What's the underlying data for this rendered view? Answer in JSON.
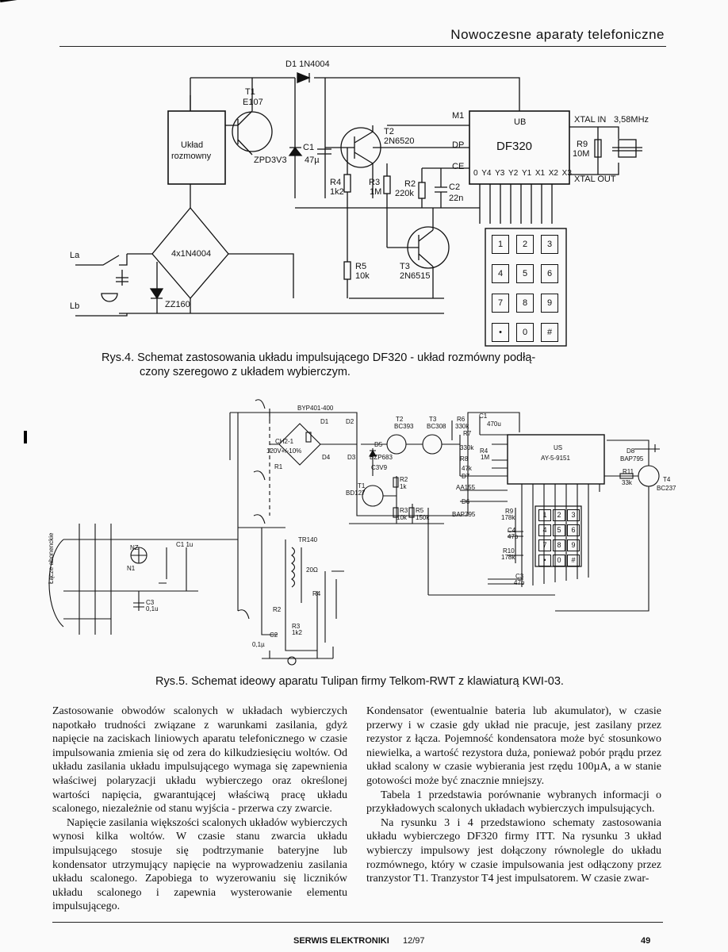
{
  "header": {
    "title": "Nowoczesne aparaty telefoniczne"
  },
  "figure1": {
    "caption_line1": "Rys.4. Schemat zastosowania układu impulsującego DF320 - układ rozmówny podłą-",
    "caption_line2": "czony szeregowo z układem wybierczym.",
    "labels": {
      "d1": "D1 1N4004",
      "t1": "T1",
      "t1v": "E107",
      "uklad1": "Układ",
      "uklad2": "rozmowny",
      "zpd": "ZPD3V3",
      "c1": "C1",
      "c1v": "47µ",
      "t2": "T2",
      "t2v": "2N6520",
      "r4": "R4",
      "r4v": "1k2",
      "r3": "R3",
      "r3v": "1M",
      "r2": "R2",
      "r2v": "220k",
      "c2": "C2",
      "c2v": "22n",
      "m1": "M1",
      "dp": "DP",
      "ce": "CE",
      "ub": "UB",
      "chip": "DF320",
      "xtalin": "XTAL IN",
      "freq": "3,58MHz",
      "r9": "R9",
      "r9v": "10M",
      "xtalout": "XTAL OUT",
      "bridge": "4x1N4004",
      "r5": "R5",
      "r5v": "10k",
      "t3": "T3",
      "t3v": "2N6515",
      "zz": "ZZ160",
      "la": "La",
      "lb": "Lb",
      "pins": [
        "0",
        "Y4",
        "Y3",
        "Y2",
        "Y1",
        "X1",
        "X2",
        "X3"
      ]
    },
    "keys": [
      "1",
      "2",
      "3",
      "4",
      "5",
      "6",
      "7",
      "8",
      "9",
      "•",
      "0",
      "#"
    ]
  },
  "figure2": {
    "caption": "Rys.5. Schemat ideowy aparatu Tulipan firmy Telkom-RWT z klawiaturą KWI-03.",
    "labels": {
      "byp": "BYP401-400",
      "d1": "D1",
      "d2": "D2",
      "d3": "D3",
      "d4": "D4",
      "ch": "CH2-1",
      "chv": "120V+/-10%",
      "r1": "R1",
      "t2": "T2",
      "t2v": "BC393",
      "t3": "T3",
      "t3v": "BC308",
      "r6": "R6",
      "r6v": "330k",
      "c1": "C1",
      "c1v": "470u",
      "r7": "R7",
      "r7v": "330k",
      "r4": "R4",
      "r4v": "1M",
      "d5": "D5",
      "bzp": "BZP683",
      "c3v9": "C3V9",
      "r8": "R8",
      "r8v": "47k",
      "d7": "D7",
      "aa": "AA155",
      "d6": "D6",
      "bap": "BAP795",
      "t1": "T1",
      "t1v": "BD127",
      "r2": "R2",
      "r2v": "1k",
      "r3": "R3",
      "r3v": "10k",
      "r5": "R5",
      "r5v": "150k",
      "us": "US",
      "chip": "AY-5-9151",
      "r9": "R9",
      "r9v": "178k",
      "c4": "C4",
      "c4v": "47p",
      "r10": "R10",
      "r10v": "178k",
      "c3": "C3",
      "c3v": "47p",
      "d8": "D8",
      "d8v": "BAP795",
      "r11": "R11",
      "r11v": "33k",
      "t4": "T4",
      "t4v": "BC237",
      "tr": "TR140",
      "r20": "20Ω",
      "nz": "NZ",
      "n1": "N1",
      "c1u": "C1 1u",
      "c3u": "C3 0,1u",
      "side": "Łącze abonenckie",
      "cap01": "0,1µ",
      "r3b": "R3 1k2",
      "c2": "C2",
      "r4b": "R4",
      "r2b": "R2"
    },
    "keys": [
      "1",
      "2",
      "3",
      "4",
      "5",
      "6",
      "7",
      "8",
      "9",
      "•",
      "0",
      "#"
    ]
  },
  "text_left": [
    "Zastosowanie obwodów scalonych w układach wybierczych napotkało trudności związane z warunkami zasilania, gdyż napięcie na zaciskach liniowych aparatu telefonicznego w czasie impulsowania zmienia się od zera do kilkudziesięciu woltów. Od układu zasilania układu impulsującego wymaga się zapewnienia właściwej polaryzacji układu wybierczego oraz określonej wartości napięcia, gwarantującej właściwą pracę układu scalonego, niezależnie od stanu wyjścia - przerwa czy zwarcie.",
    "Napięcie zasilania większości scalonych układów wybierczych wynosi kilka woltów. W czasie stanu zwarcia układu impulsującego stosuje się podtrzymanie bateryjne lub kondensator utrzymujący napięcie na wyprowadzeniu zasilania układu scalonego. Zapobiega to wyzerowaniu się liczników układu scalonego i zapewnia wysterowanie elementu impulsującego."
  ],
  "text_right": [
    "Kondensator (ewentualnie bateria lub akumulator), w czasie przerwy i w czasie gdy układ nie pracuje, jest zasilany przez rezystor z łącza. Pojemność kondensatora może być stosunkowo niewielka, a wartość rezystora duża, ponieważ pobór prądu przez układ scalony w czasie wybierania jest rzędu 100µA, a w stanie gotowości może być znacznie mniejszy.",
    "Tabela 1 przedstawia porównanie wybranych informacji o przykładowych scalonych układach wybierczych impulsujących.",
    "Na rysunku 3 i 4 przedstawiono schematy zastosowania układu wybierczego DF320 firmy ITT. Na rysunku 3 układ wybierczy impulsowy jest dołączony równolegle do układu rozmównego, który w czasie impulsowania jest odłączony przez tranzystor T1. Tranzystor T4 jest impulsatorem. W czasie zwar-"
  ],
  "footer": {
    "magazine": "SERWIS ELEKTRONIKI",
    "issue": "12/97",
    "page": "49"
  }
}
